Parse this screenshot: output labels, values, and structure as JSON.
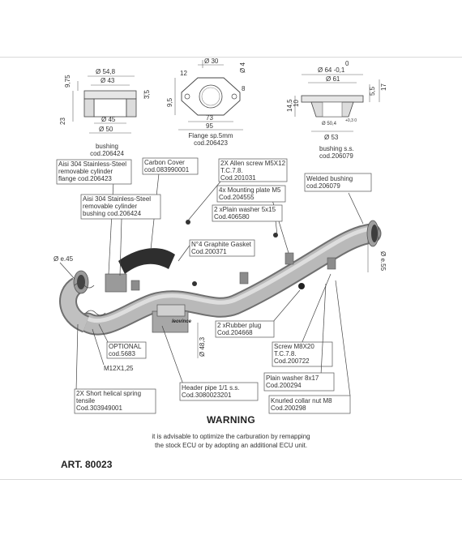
{
  "bushing": {
    "dims": {
      "outer": "Ø 54,8",
      "top": "Ø 43",
      "left": "9,75",
      "right": "3,5",
      "height": "23",
      "inner": "Ø 45",
      "base": "Ø 50"
    },
    "label": [
      "bushing",
      "cod.206424"
    ]
  },
  "flange": {
    "dims": {
      "top": "Ø 30",
      "hole": "Ø 4",
      "r12": "12",
      "r3": "8",
      "r95": "9,5",
      "width73": "73",
      "width95": "95"
    },
    "label": [
      "Flange sp.5mm",
      "cod.206423"
    ]
  },
  "bushing_ss": {
    "dims": {
      "top": "0",
      "tol": "Ø 64 -0,1",
      "d61": "Ø 61",
      "h145": "14,5",
      "h10": "10",
      "h55": "5,5",
      "h17": "17",
      "inner": "Ø 50,4",
      "tol2": "+0,3 0",
      "d53": "Ø 53"
    },
    "label": [
      "bushing s.s.",
      "cod.206079"
    ]
  },
  "callouts": {
    "aisi_flange": [
      "Aisi 304 Stainless-Steel",
      "removable cylinder",
      "flange cod.206423"
    ],
    "carbon_cover": [
      "Carbon Cover",
      "cod.083990001"
    ],
    "allen_screw": [
      "2X Allen screw M5X12",
      "T.C.7.8.",
      "Cod.201031"
    ],
    "mounting_plate": [
      "4x Mounting plate M5",
      "Cod.204555"
    ],
    "plain_washer": [
      "2 xPlain washer 5x15",
      "Cod.406580"
    ],
    "welded_bushing": [
      "Welded bushing",
      "cod.206079"
    ],
    "aisi_bushing": [
      "Aisi 304 Stainless-Steel",
      "removable cylinder",
      "bushing cod.206424"
    ],
    "graphite_gasket": [
      "N°4 Graphite Gasket",
      "Cod.200371"
    ],
    "diam45": "Ø e.45",
    "diam55": "Ø e.55",
    "rubber_plug": [
      "2 xRubber plug",
      "Cod.204668"
    ],
    "optional": [
      "OPTIONAL",
      "cod.5683"
    ],
    "m12": "M12X1,25",
    "diam483": "Ø 48,3",
    "screw_m8": [
      "Screw M8X20",
      "T.C.7.8.",
      "Cod.200722"
    ],
    "plain_washer_8": [
      "Plain washer 8x17",
      "Cod.200294"
    ],
    "knurled_nut": [
      "Knurled collar nut M8",
      "Cod.200298"
    ],
    "spring": [
      "2X Short helical spring",
      "tensile",
      "Cod.303949001"
    ],
    "header_pipe": [
      "Header pipe 1/1 s.s.",
      "Cod.3080023201"
    ]
  },
  "logo": "leovince",
  "warning": {
    "title": "WARNING",
    "line1": "it is advisable to optimize the carburation by remapping",
    "line2": "the stock ECU or by adopting an additional ECU unit."
  },
  "article": "ART. 80023"
}
